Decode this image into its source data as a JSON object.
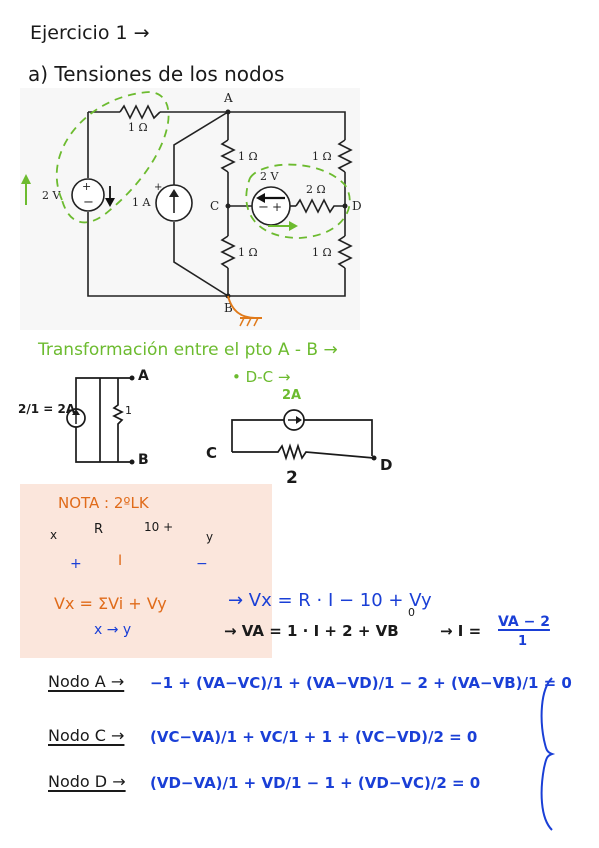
{
  "heading": "Ejercicio 1 →",
  "part_a": "a) Tensiones de los nodos",
  "circuit": {
    "node_a": "A",
    "node_b": "B",
    "node_c": "C",
    "node_d": "D",
    "r_top": "1 Ω",
    "r_ac": "1 Ω",
    "r_cb": "1 Ω",
    "r_right_top": "1 Ω",
    "r_right_bottom": "1 Ω",
    "r_cd": "2 Ω",
    "v_source_left": "2 V",
    "i_source": "1 A",
    "v_source_cd": "2 V"
  },
  "transform": {
    "title": "Transformación entre el pto A - B →",
    "subtitle": "• D-C →",
    "eq_left": "2/1 = 2A",
    "one": "1",
    "label_a": "A",
    "label_b": "B",
    "current": "2A",
    "label_c": "C",
    "label_d": "D",
    "resistor": "2"
  },
  "nota": {
    "title": "NOTA :  2ºLK",
    "x": "x",
    "r": "R",
    "src": "10 +",
    "y": "y",
    "i": "I",
    "plus": "+",
    "minus": "−",
    "rule": "Vx = ΣVi + Vy",
    "rule2": "x → y"
  },
  "derivation": {
    "line1": "→ Vx = R · I − 10 + Vy",
    "line2": "→ VA = 1 · I + 2 + VB",
    "zero_mark": "0",
    "line2b": "→ I = ",
    "frac_num": "VA − 2",
    "frac_den": "1"
  },
  "equations": {
    "node_a_label": "Nodo A →",
    "node_a_eq": "−1 + (VA−VC)/1 + (VA−VD)/1 − 2 + (VA−VB)/1 = 0",
    "node_c_label": "Nodo C →",
    "node_c_eq": "(VC−VA)/1 + VC/1 + 1 + (VC−VD)/2 = 0",
    "node_d_label": "Nodo D →",
    "node_d_eq": "(VD−VA)/1 + VD/1 − 1 + (VD−VC)/2 = 0"
  }
}
